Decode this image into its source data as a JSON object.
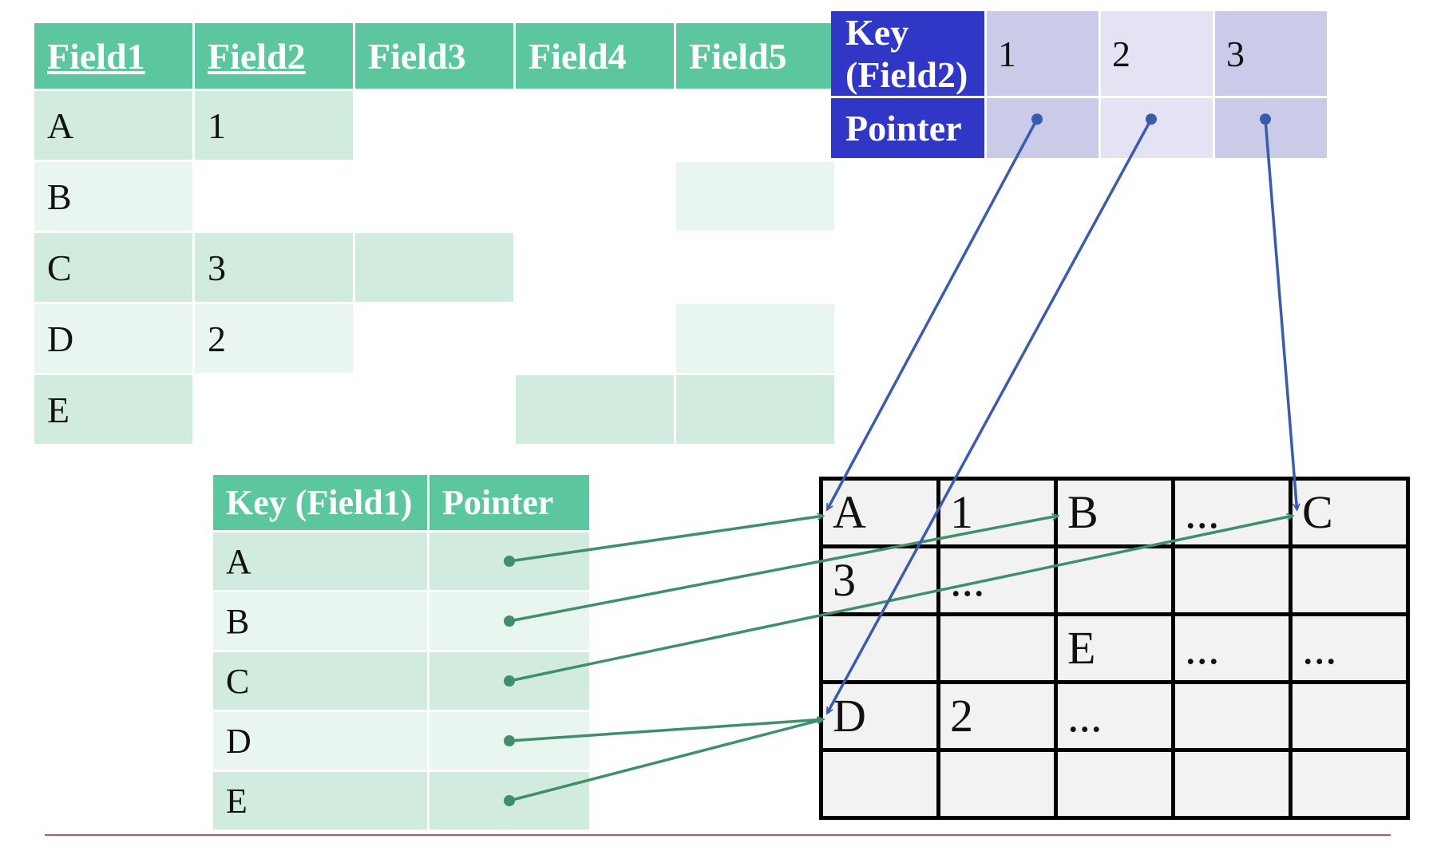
{
  "main_table": {
    "headers": [
      "Field1",
      "Field2",
      "Field3",
      "Field4",
      "Field5"
    ],
    "key_columns": [
      "Field1",
      "Field2"
    ],
    "rows": [
      {
        "field1": "A",
        "field2": "1",
        "null_cols": [
          2,
          3,
          4
        ]
      },
      {
        "field1": "B",
        "field2": "",
        "null_cols": [
          1,
          2,
          3
        ]
      },
      {
        "field1": "C",
        "field2": "3",
        "null_cols": [
          3,
          4
        ]
      },
      {
        "field1": "D",
        "field2": "2",
        "null_cols": [
          2,
          3
        ]
      },
      {
        "field1": "E",
        "field2": "",
        "null_cols": [
          1,
          2
        ]
      }
    ]
  },
  "field2_index": {
    "key_header": "Key (Field2)",
    "pointer_header": "Pointer",
    "keys": [
      "1",
      "2",
      "3"
    ],
    "targets": [
      "A",
      "D",
      "C"
    ]
  },
  "field1_index": {
    "key_header": "Key (Field1)",
    "pointer_header": "Pointer",
    "keys": [
      "A",
      "B",
      "C",
      "D",
      "E"
    ],
    "targets": [
      "A",
      "B",
      "C",
      "D",
      "D"
    ]
  },
  "storage_grid": {
    "rows": [
      [
        "A",
        "1",
        "B",
        "...",
        "C"
      ],
      [
        "3",
        "...",
        "",
        "",
        ""
      ],
      [
        "",
        "",
        "E",
        "...",
        "..."
      ],
      [
        "D",
        "2",
        "...",
        "",
        ""
      ],
      [
        "",
        "",
        "",
        "",
        ""
      ]
    ]
  },
  "colors": {
    "green_header": "#5cc79e",
    "green_arrow": "#3f8f6a",
    "blue_header": "#3037c6",
    "blue_arrow": "#3a5bb0",
    "grid_border": "#000000"
  }
}
